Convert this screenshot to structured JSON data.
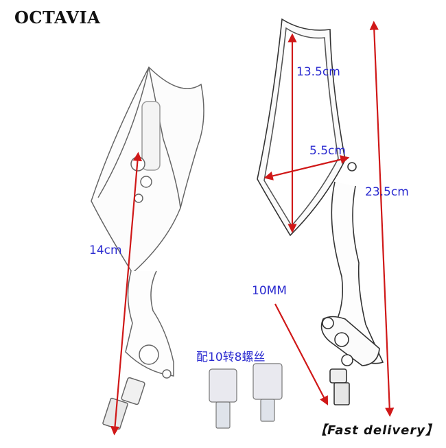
{
  "brand": {
    "name": "OCTAVIA"
  },
  "dimensions": {
    "height_left": "14cm",
    "mirror_height": "13.5cm",
    "mirror_width": "5.5cm",
    "total_height": "23.5cm",
    "bolt_size": "10MM"
  },
  "adapter_note": "配10转8螺丝",
  "badge": "【Fast delivery】",
  "colors": {
    "arrow": "#d01818",
    "label": "#2b2bd0",
    "outline": "#333333"
  }
}
